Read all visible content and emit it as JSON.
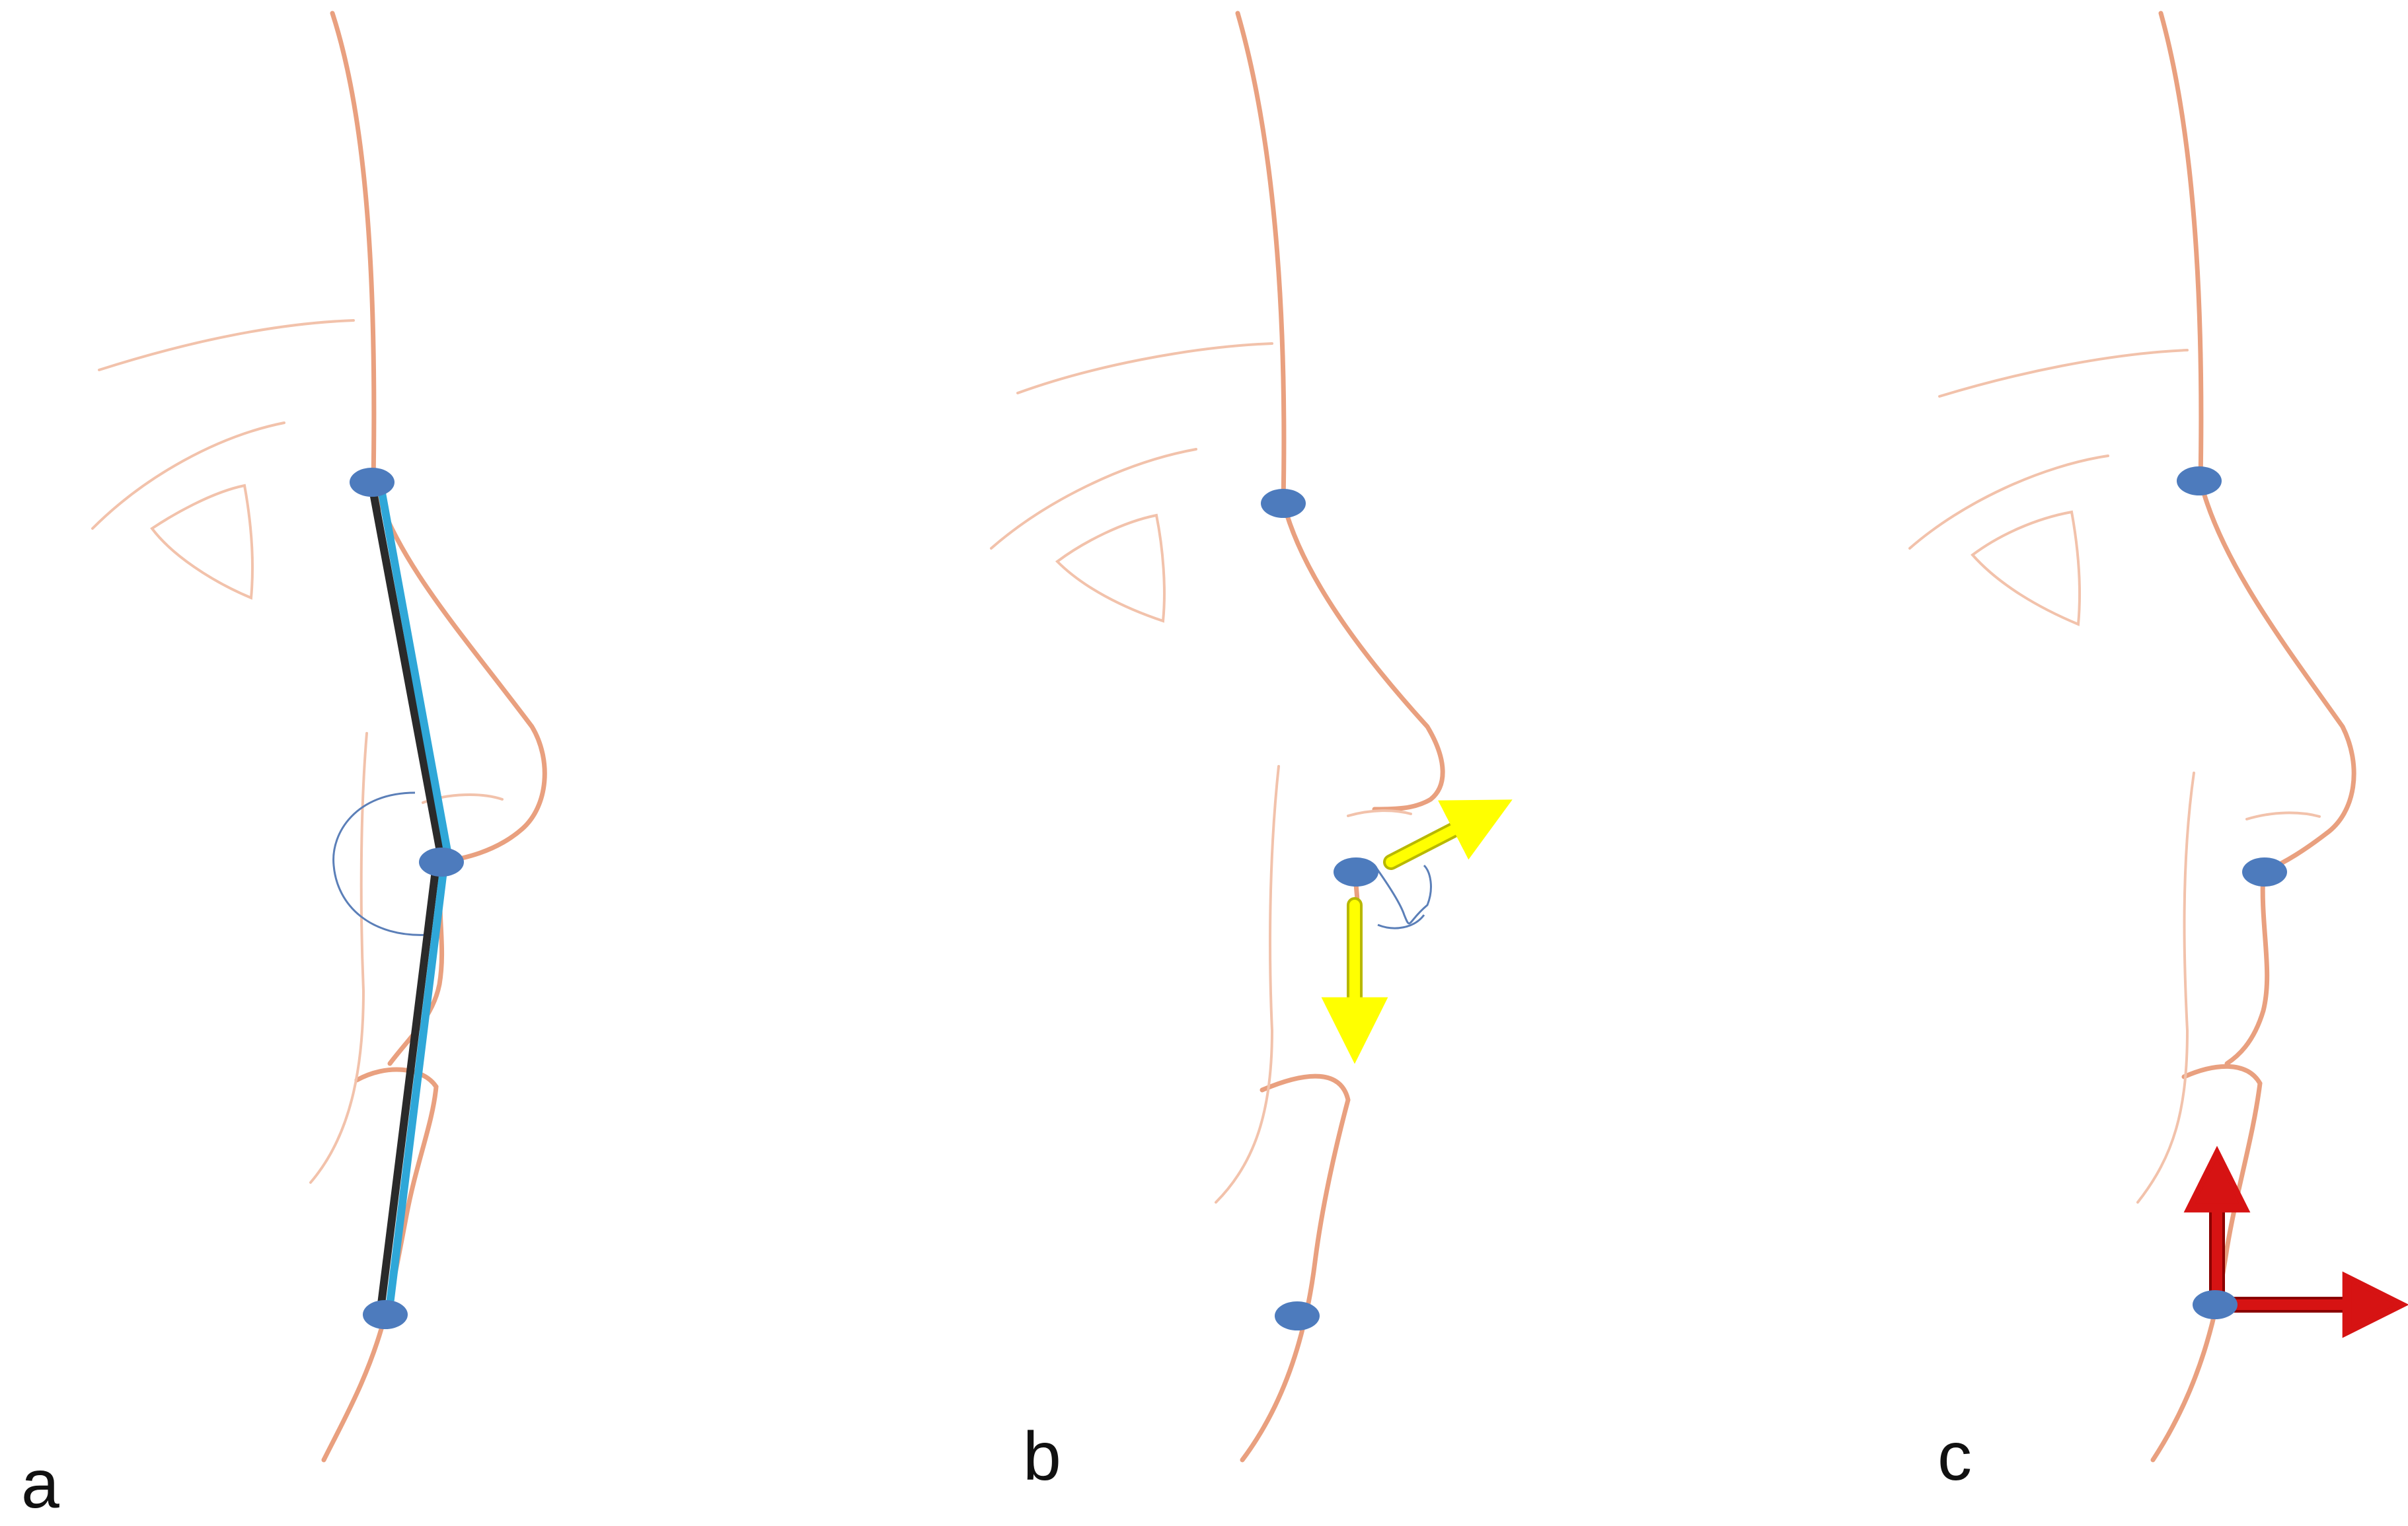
{
  "figure": {
    "panels": [
      {
        "label": "a"
      },
      {
        "label": "b"
      },
      {
        "label": "c"
      }
    ],
    "colors": {
      "skin_line": "#e9a07f",
      "skin_line_faint": "#f2c2ab",
      "landmark": "#4d7bbd",
      "angle_arc": "#5b7fb8",
      "line_dark": "#2a2a2a",
      "line_blue": "#2fa7d8",
      "arrow_yellow": "#ffff00",
      "arrow_yellow_outline": "#b8b800",
      "arrow_red": "#d61313",
      "arrow_red_outline": "#8a0000"
    }
  }
}
